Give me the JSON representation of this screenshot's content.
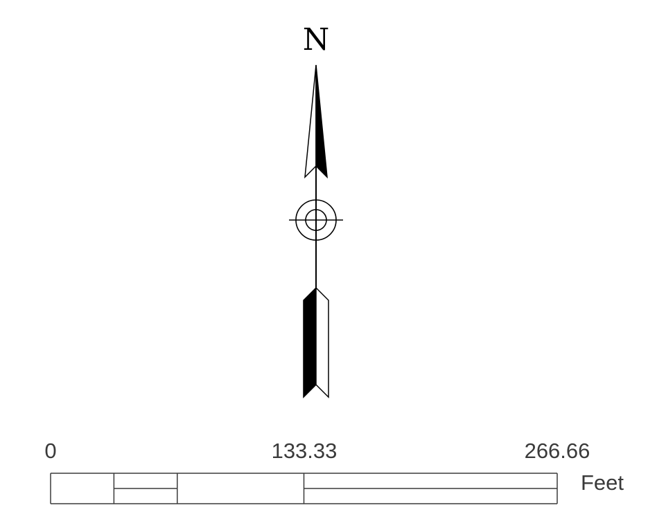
{
  "north_arrow": {
    "letter": "N",
    "icon": "north-arrow-icon"
  },
  "scale_bar": {
    "ticks": [
      {
        "value": 0,
        "label": "0"
      },
      {
        "value": 133.33,
        "label": "133.33"
      },
      {
        "value": 266.66,
        "label": "266.66"
      }
    ],
    "max": 266.66,
    "subdivisions_first_half": 4,
    "unit": "Feet"
  },
  "colors": {
    "ink": "#000000",
    "scale_ink": "#3a3a3a",
    "label_text": "#3a3a3a",
    "background": "#ffffff"
  }
}
